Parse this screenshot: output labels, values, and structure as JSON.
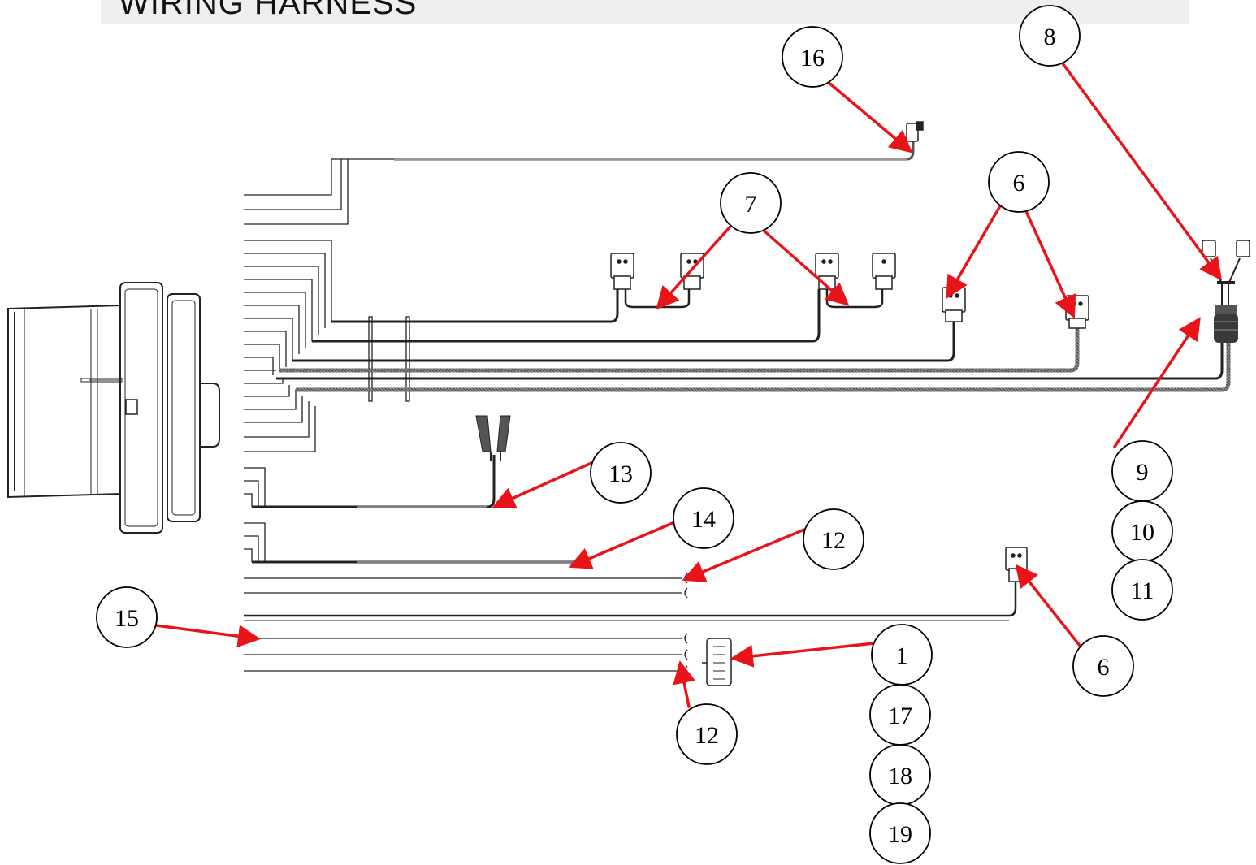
{
  "title": "WIRING HARNESS",
  "colors": {
    "arrow": "#e8141a",
    "wire": "#222222",
    "title_bg": "#efefef"
  },
  "callouts": {
    "c16": "16",
    "c8": "8",
    "c7": "7",
    "c6a": "6",
    "c13": "13",
    "c14": "14",
    "c12a": "12",
    "c15": "15",
    "c1": "1",
    "c6b": "6",
    "c12b": "12",
    "c9": "9",
    "c10": "10",
    "c11": "11",
    "c17": "17",
    "c18": "18",
    "c19": "19"
  }
}
